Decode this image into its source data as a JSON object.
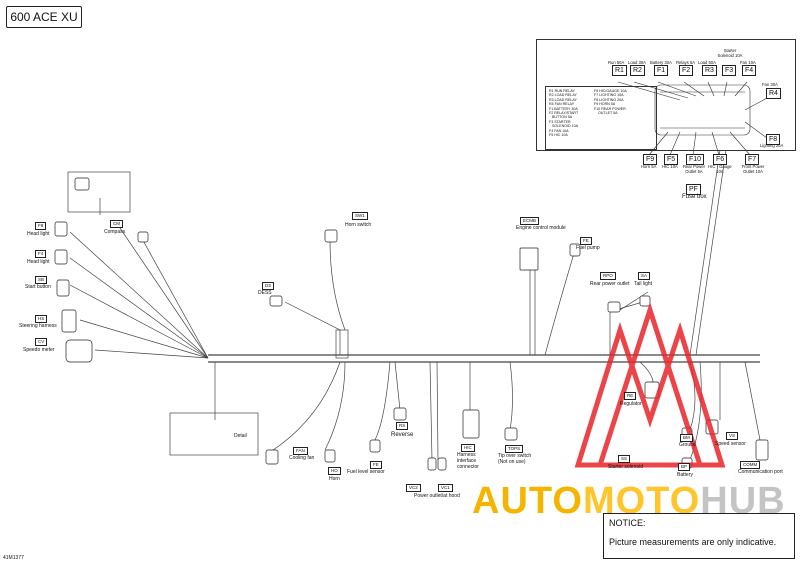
{
  "title": "600 ACE XU",
  "figure_id": "41M1377",
  "notice": {
    "heading": "NOTICE:",
    "body": "Picture measurements are only indicative."
  },
  "watermark": {
    "part1": "AUTO",
    "part2": "MOTO",
    "part3": "HUB",
    "color_yellow": "#f5b400",
    "color_gray": "#c4c4c4",
    "color_red": "#e8242a"
  },
  "fuse_box": {
    "label": "Fuse box",
    "code": "PF",
    "top_items": [
      {
        "code": "R1",
        "desc": "Run 50A"
      },
      {
        "code": "R2",
        "desc": "Load 30A"
      },
      {
        "code": "F1",
        "desc": "Battery 30A"
      },
      {
        "code": "F2",
        "desc": "Relays 5A"
      },
      {
        "code": "R3",
        "desc": "Load 50A"
      },
      {
        "code": "F3",
        "desc": "Starter Solenoid 10A"
      },
      {
        "code": "F4",
        "desc": "Fan 10A"
      }
    ],
    "right_items": [
      {
        "code": "R4",
        "desc": "Fan 30A"
      },
      {
        "code": "F8",
        "desc": "Lighting 20A"
      }
    ],
    "bottom_items": [
      {
        "code": "F9",
        "desc": "Horn 5A"
      },
      {
        "code": "F5",
        "desc": "HIC 10A"
      },
      {
        "code": "F10",
        "desc": "Rear Power Outlet 5A"
      },
      {
        "code": "F6",
        "desc": "HIC - Gauge 10A"
      },
      {
        "code": "F7",
        "desc": "Front Power Outlet 10A"
      }
    ],
    "legend_left": "R1 RUN RELAY\nR2 LOAD RELAY\nR3 LOAD RELAY\nR4 FAN RELAY\nF1 BATTERY 30A\nF2 RELAY/START\n   BUTTON 5A\nF3 STARTER\n   SOLENOID 10A\nF4 FAN 10A\nF5 HIC 10A",
    "legend_right": "F6 HIC/GAUGE 10A\nF7 LIGHTING 10A\nF8 LIGHTING 20A\nF9 HORN 5A\nF10 REAR POWER\n    OUTLET 5A"
  },
  "components": {
    "compass": {
      "code": "CM",
      "label": "Compass"
    },
    "head_light_1": {
      "code": "F8",
      "label": "Head light"
    },
    "head_light_2": {
      "code": "F4",
      "label": "Head light"
    },
    "start_button": {
      "code": "SB",
      "label": "Start button"
    },
    "steering_harness": {
      "code": "HS",
      "label": "Steering harness"
    },
    "speedo": {
      "code": "CV",
      "label": "Speedo meter"
    },
    "dess": {
      "code": "DS",
      "label": "DESS"
    },
    "horn_switch": {
      "code": "SW1",
      "label": "Horn switch"
    },
    "ecm": {
      "code": "ECMB",
      "label": "Engine control module"
    },
    "fuel_pump": {
      "code": "FE",
      "label": "Fuel pump"
    },
    "rear_power": {
      "code": "RPO",
      "label": "Rear power outlet"
    },
    "tail_light": {
      "code": "SA",
      "label": "Tail light"
    },
    "regulator": {
      "code": "RE",
      "label": "Regulator"
    },
    "starter_solenoid": {
      "code": "SS",
      "label": "Starter solenoid"
    },
    "ground": {
      "code": "BM",
      "label": "Ground"
    },
    "battery": {
      "code": "BP",
      "label": "Battery"
    },
    "speed_sensor": {
      "code": "VS",
      "label": "Speed sensor"
    },
    "comm_port": {
      "code": "COMM",
      "label": "Communication port"
    },
    "detail": {
      "label": "Detail"
    },
    "cooling_fan": {
      "code": "FAN",
      "label": "Cooling fan"
    },
    "horn": {
      "code": "HO",
      "label": "Horn"
    },
    "reverse": {
      "code": "RS",
      "label": "Reverse"
    },
    "fuel_level": {
      "code": "FE",
      "label": "Fuel level sensor"
    },
    "power_outlet_hood": {
      "code1": "VC2",
      "code2": "VC1",
      "label": "Power outlet/at hood"
    },
    "hic": {
      "code": "HIC",
      "label": "Harness interface connector"
    },
    "tip_over": {
      "code": "TOPS",
      "label": "Tip over switch (Not on use)"
    }
  }
}
